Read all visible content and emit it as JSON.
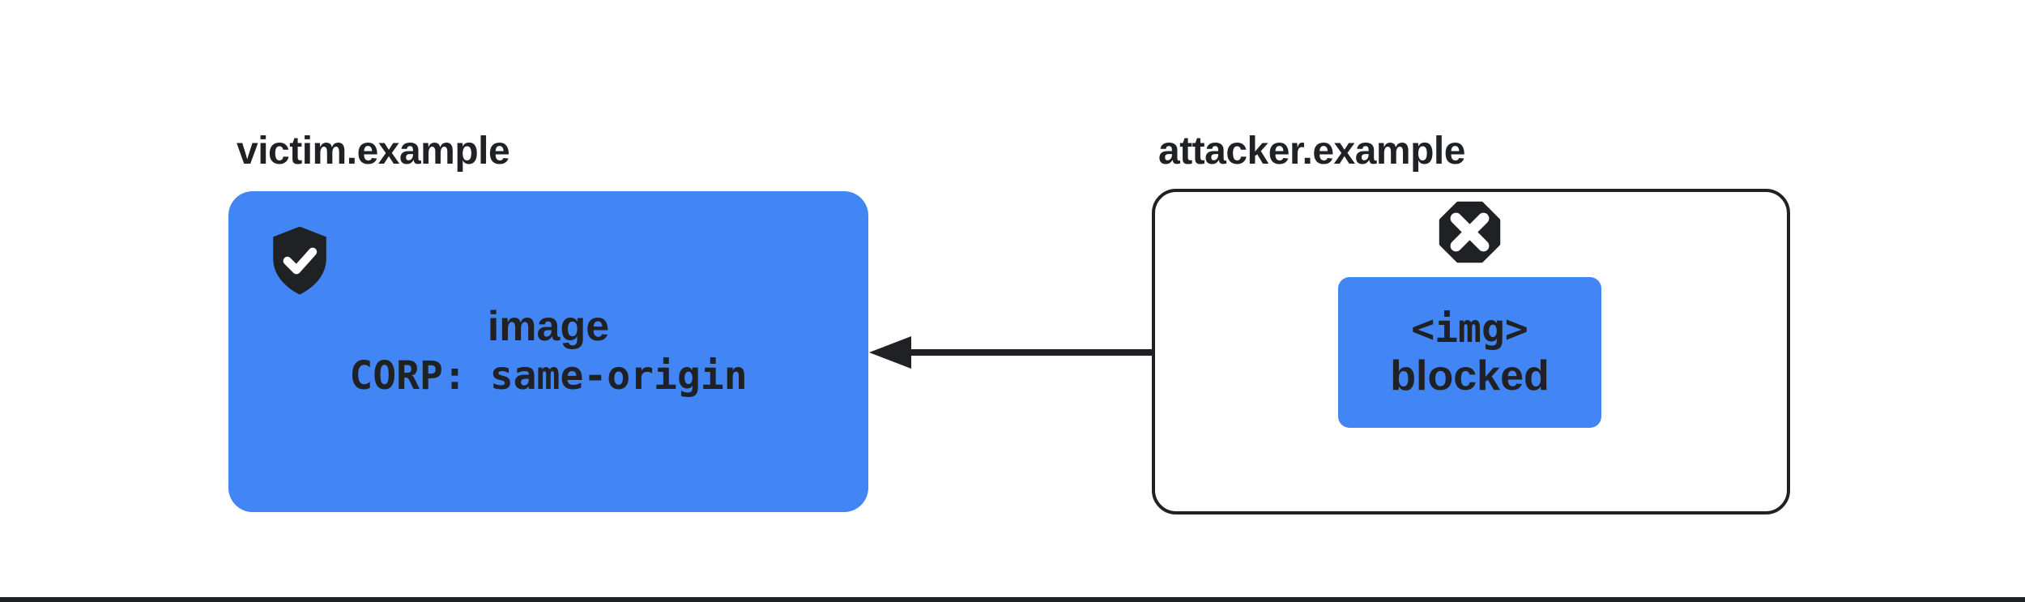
{
  "colors": {
    "blue": "#4285F4",
    "ink": "#202124",
    "background": "#FFFFFF"
  },
  "victim": {
    "label": "victim.example",
    "icon": "shield-check-icon",
    "card": {
      "resource": "image",
      "corp_header": "CORP: same-origin"
    }
  },
  "attacker": {
    "label": "attacker.example",
    "icon": "cross-octagon-icon",
    "blocked_card": {
      "element": "<img>",
      "status": "blocked"
    }
  }
}
